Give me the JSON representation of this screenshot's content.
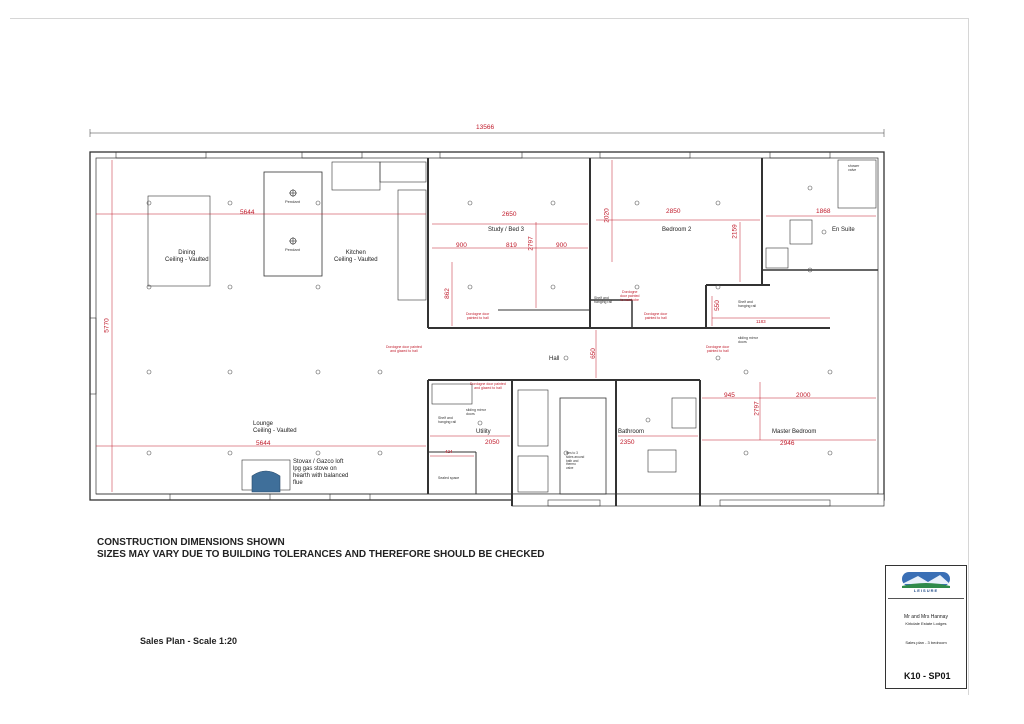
{
  "overall_dimension": "13566",
  "rooms": {
    "dining": "Dining\nCeiling - Vaulted",
    "kitchen": "Kitchen\nCeiling - Vaulted",
    "lounge": "Lounge\nCeiling - Vaulted",
    "study": "Study / Bed 3",
    "bedroom2": "Bedroom 2",
    "ensuite": "En Suite",
    "hall": "Hall",
    "utility": "Utility",
    "bathroom": "Bathroom",
    "master": "Master Bedroom"
  },
  "labels": {
    "pendant_1": "Pendant",
    "pendant_2": "Pendant",
    "stove": "Stovax / Gazco loft\nlpg gas stove on\nhearth with balanced\nflue",
    "shelf_rail_1": "Shelf and\nhanging rail",
    "shelf_rail_2": "Shelf and\nhanging rail",
    "shelf_rail_3": "Shelf and\nhanging rail",
    "sliding_doors_1": "sliding mirror\ndoors",
    "sliding_doors_2": "sliding mirror\ndoors",
    "shower": "shower\nvalve",
    "bath_tiles": "tiles to 3\nsides around\nbath and\nthermo\nvalve",
    "sealed_space": "Sealed space",
    "door_note_1": "Dordogne door painted\nand glazed to hall",
    "door_note_2": "Dordogne door\npainted to hall",
    "door_note_3": "Dordogne door\npainted to hall",
    "door_note_4": "Dordogne\ndoor painted\nto wardrobe",
    "door_note_5": "Dordogne door\npainted to hall",
    "door_note_6": "Dordogne door painted\nand glazed to hall"
  },
  "dimensions": {
    "d5644_top": "5644",
    "d5644_bottom": "5644",
    "d5770": "5770",
    "d2650": "2650",
    "d900_a": "900",
    "d819": "819",
    "d900_b": "900",
    "d2797_a": "2797",
    "d2020": "2020",
    "d2850": "2850",
    "d2159": "2159",
    "d1868": "1868",
    "d862": "862",
    "d650": "650",
    "d550": "550",
    "d1183": "1183",
    "d2050": "2050",
    "d424": "424",
    "d2350": "2350",
    "d945": "945",
    "d2000": "2000",
    "d2797_b": "2797",
    "d2946": "2946"
  },
  "notes": {
    "line1": "CONSTRUCTION DIMENSIONS SHOWN",
    "line2": "SIZES MAY VARY DUE TO BUILDING TOLERANCES AND THEREFORE SHOULD BE CHECKED"
  },
  "scale_label": "Sales Plan - Scale 1:20",
  "title_block": {
    "logo_text": "LEISURE",
    "client": "Mr and Mrs Hannay",
    "project": "Kirkdale Estate Lodges",
    "plan": "Sales plan - 3 bedroom",
    "drawing_no": "K10 - SP01"
  },
  "colors": {
    "wall": "#333333",
    "dimension": "#c01a2a",
    "logo_blue": "#3a6fb5",
    "stove": "#3f6f9a"
  }
}
